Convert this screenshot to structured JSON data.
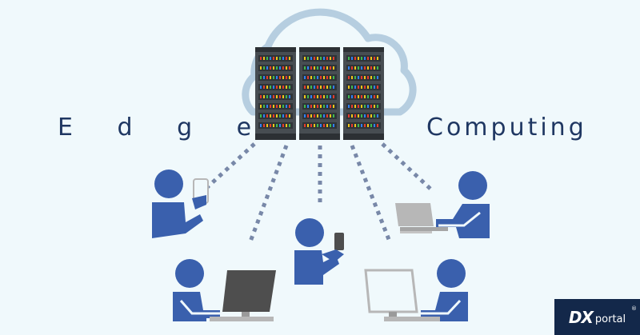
{
  "title": {
    "left": "E d g e",
    "right": "Computing"
  },
  "logo": {
    "mark": "DX",
    "wordmark": "portal",
    "registered": "®"
  },
  "colors": {
    "background": "#f0f9fc",
    "cloud_outline": "#b6cee0",
    "rack_body": "#474d52",
    "people": "#3a60ad",
    "dots": "#7888a8",
    "title_text": "#1f3762",
    "logo_bg": "#13284a"
  },
  "icons": [
    "cloud-icon",
    "server-rack-icon",
    "person-icon",
    "tablet-icon",
    "smartphone-icon",
    "laptop-icon",
    "desktop-monitor-icon"
  ]
}
